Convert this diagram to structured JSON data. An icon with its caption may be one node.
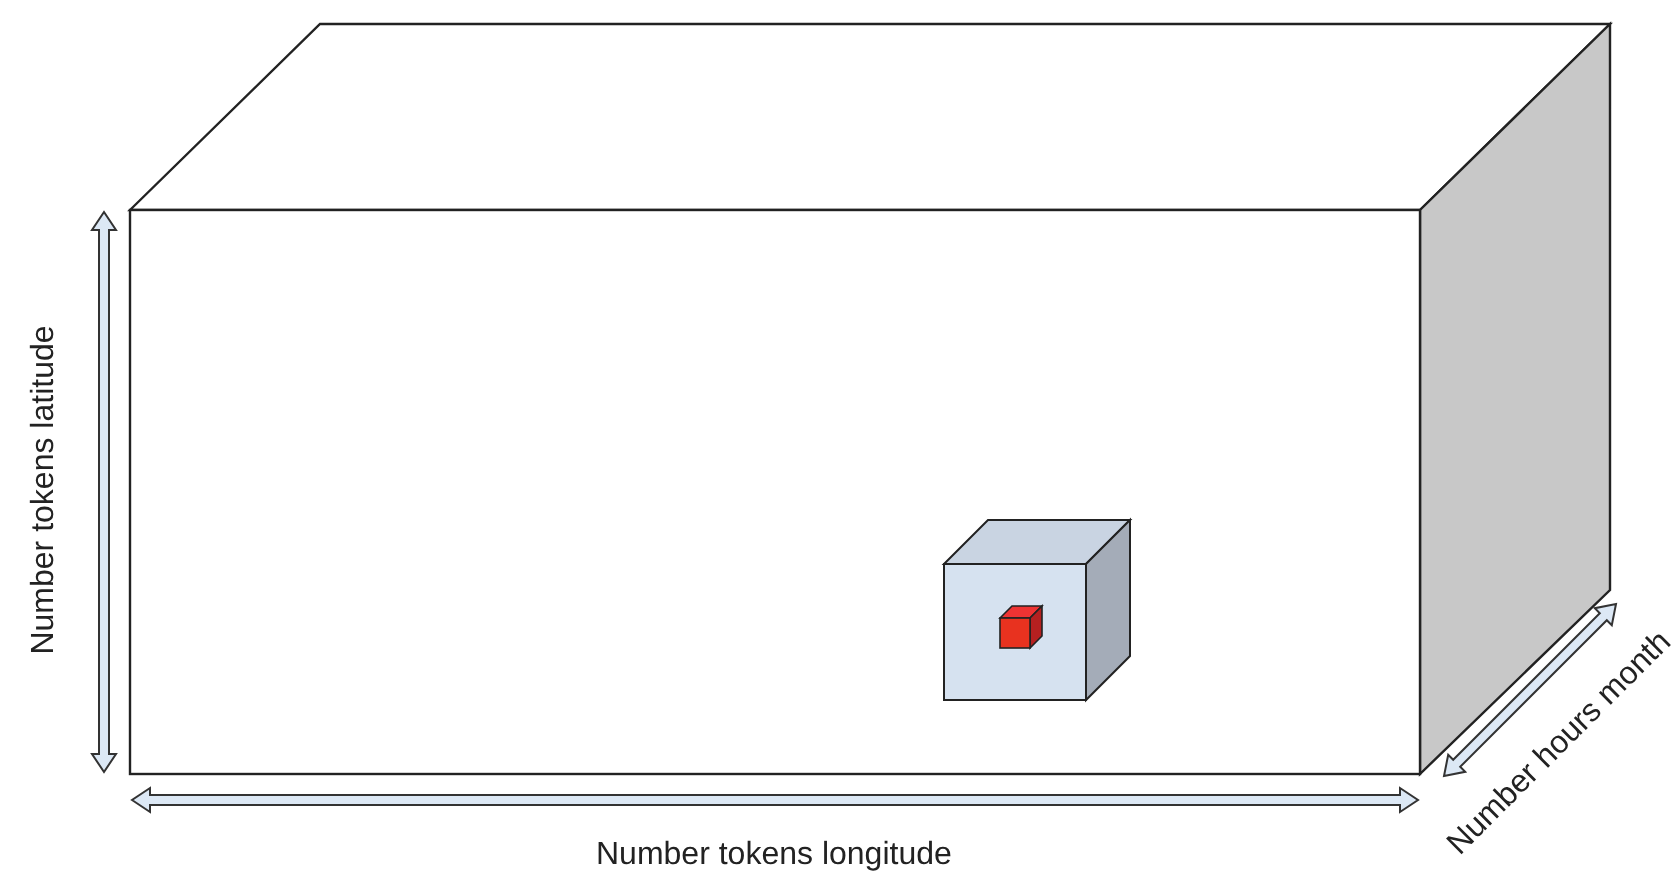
{
  "diagram": {
    "labels": [
      "Number tokens latitude",
      "Number tokens longitude",
      "Number hours month"
    ]
  }
}
